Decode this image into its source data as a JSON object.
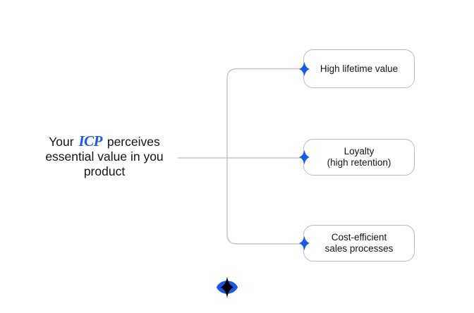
{
  "diagram": {
    "source": {
      "line1_pre": "Your ",
      "line1_highlight": "ICP",
      "line1_post": " perceives",
      "line2": "essential value in you",
      "line3": "product"
    },
    "targets": [
      {
        "lines": [
          "High lifetime value"
        ]
      },
      {
        "lines": [
          "Loyalty",
          "(high retention)"
        ]
      },
      {
        "lines": [
          "Cost-efficient",
          "sales processes"
        ]
      }
    ],
    "icons": {
      "connector_marker": "four-pointed-star",
      "logo": "eye-with-four-pointed-star"
    },
    "colors": {
      "accent_blue": "#1a56f0",
      "connector_gray": "#c7c7c7",
      "box_border": "#bdbdbd",
      "text_dark": "#141414",
      "logo_star_black": "#000000",
      "background": "#ffffff"
    }
  }
}
